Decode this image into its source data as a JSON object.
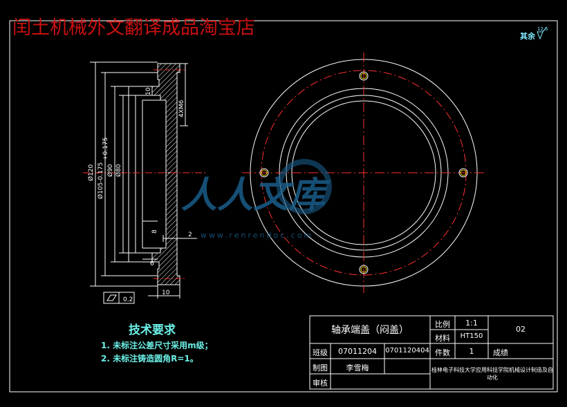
{
  "watermark_title": "闰土机械外文翻译成品淘宝店",
  "watermark_logo": "人人文库",
  "watermark_url": "www.renrendoc.com",
  "roughness": {
    "label": "其余",
    "value": "12.5"
  },
  "dimensions": {
    "d120": "Ø120",
    "d105": "Ø105-0.175",
    "d105_tol_upper": "+0.175",
    "d90": "Ø90",
    "d80": "Ø80",
    "holes": "4XM6",
    "dim8": "8",
    "dim2": "2",
    "dim6": "6",
    "dim10": "10",
    "dim10_top": "10",
    "flatness": "0.2"
  },
  "requirements": {
    "title": "技术要求",
    "items": [
      "1. 未标注公差尺寸采用m级；",
      "2. 未标注铸造圆角R=1。"
    ]
  },
  "title_block": {
    "part_name": "轴承端盖（闷盖）",
    "scale_label": "比例",
    "scale_value": "1:1",
    "material_label": "材料",
    "material_value": "HT150",
    "drawing_no": "02",
    "class_label": "班级",
    "class_value": "07011204",
    "student_no": "0701120404",
    "count_label": "件数",
    "count_value": "1",
    "grade_label": "成绩",
    "drawn_label": "制图",
    "drawn_value": "李雪梅",
    "review_label": "审核",
    "school": "桂林电子科技大学应用科技学院机械设计制造及自动化"
  },
  "colors": {
    "background": "#000000",
    "line": "#ffffff",
    "center": "#ff3030",
    "dim": "#ffffff",
    "hatch": "#ffffff",
    "text_cyan": "#6cf0e6",
    "watermark": "#c81010",
    "logo": "#1a5d8a",
    "hole": "#ffe600"
  }
}
